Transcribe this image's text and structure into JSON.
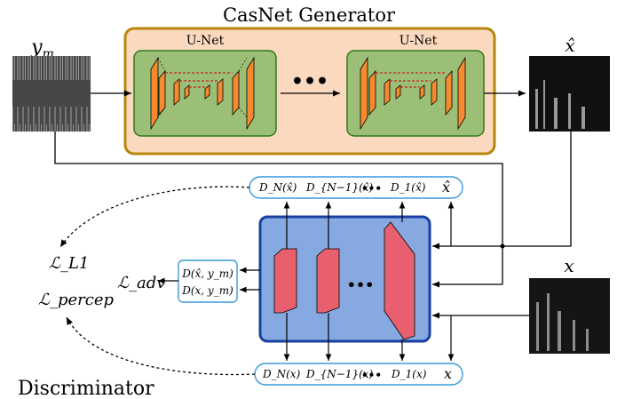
{
  "generator": {
    "title": "CasNet Generator",
    "unet_label_left": "U-Net",
    "unet_label_right": "U-Net",
    "ellipsis": "•••"
  },
  "signals": {
    "input_noisy": "y",
    "input_noisy_sub": "m",
    "output_estimate": "x̂",
    "clean_target": "x"
  },
  "discriminator": {
    "title": "Discriminator",
    "ellipsis": "•••",
    "top_features": {
      "labels": [
        "D_N(x̂)",
        "D_{N−1}(x̂)",
        "•••",
        "D_1(x̂)"
      ],
      "end_symbol": "x̂"
    },
    "bottom_features": {
      "labels": [
        "D_N(x)",
        "D_{N−1}(x)",
        "•••",
        "D_1(x)"
      ],
      "end_symbol": "x"
    },
    "outputs": {
      "line1": "D(x̂, y_m)",
      "line2": "D(x, y_m)"
    }
  },
  "losses": {
    "l1": "ℒ_L1",
    "percep": "ℒ_percep",
    "adv": "ℒ_adv"
  },
  "colors": {
    "generator_fill": "#fbd9bf",
    "generator_border": "#b8860b",
    "unet_fill": "#9cbf78",
    "unet_border": "#2d7a1c",
    "encoder_block": "#f58a2e",
    "discriminator_fill": "#85a9e0",
    "discriminator_border": "#1a3fa3",
    "disc_block": "#e8606e",
    "bubble_border": "#3a9ad9"
  }
}
